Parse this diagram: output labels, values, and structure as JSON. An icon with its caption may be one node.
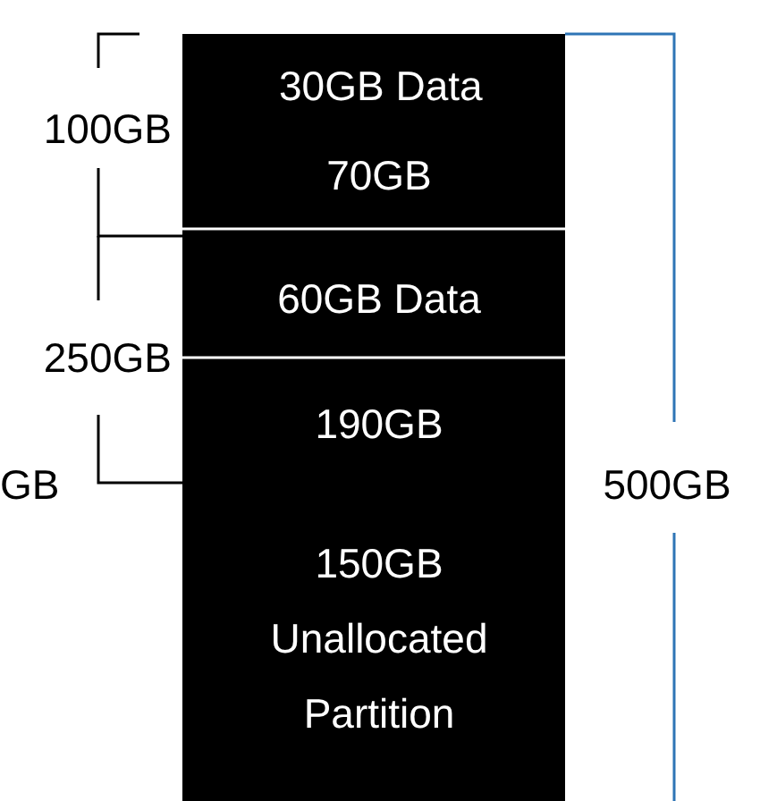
{
  "diagram": {
    "labels": [
      "30GB Data",
      "100GB",
      "70GB",
      "60GB Data",
      "250GB",
      "190GB",
      "GB",
      "500GB",
      "150GB",
      "Unallocated Partition"
    ]
  }
}
